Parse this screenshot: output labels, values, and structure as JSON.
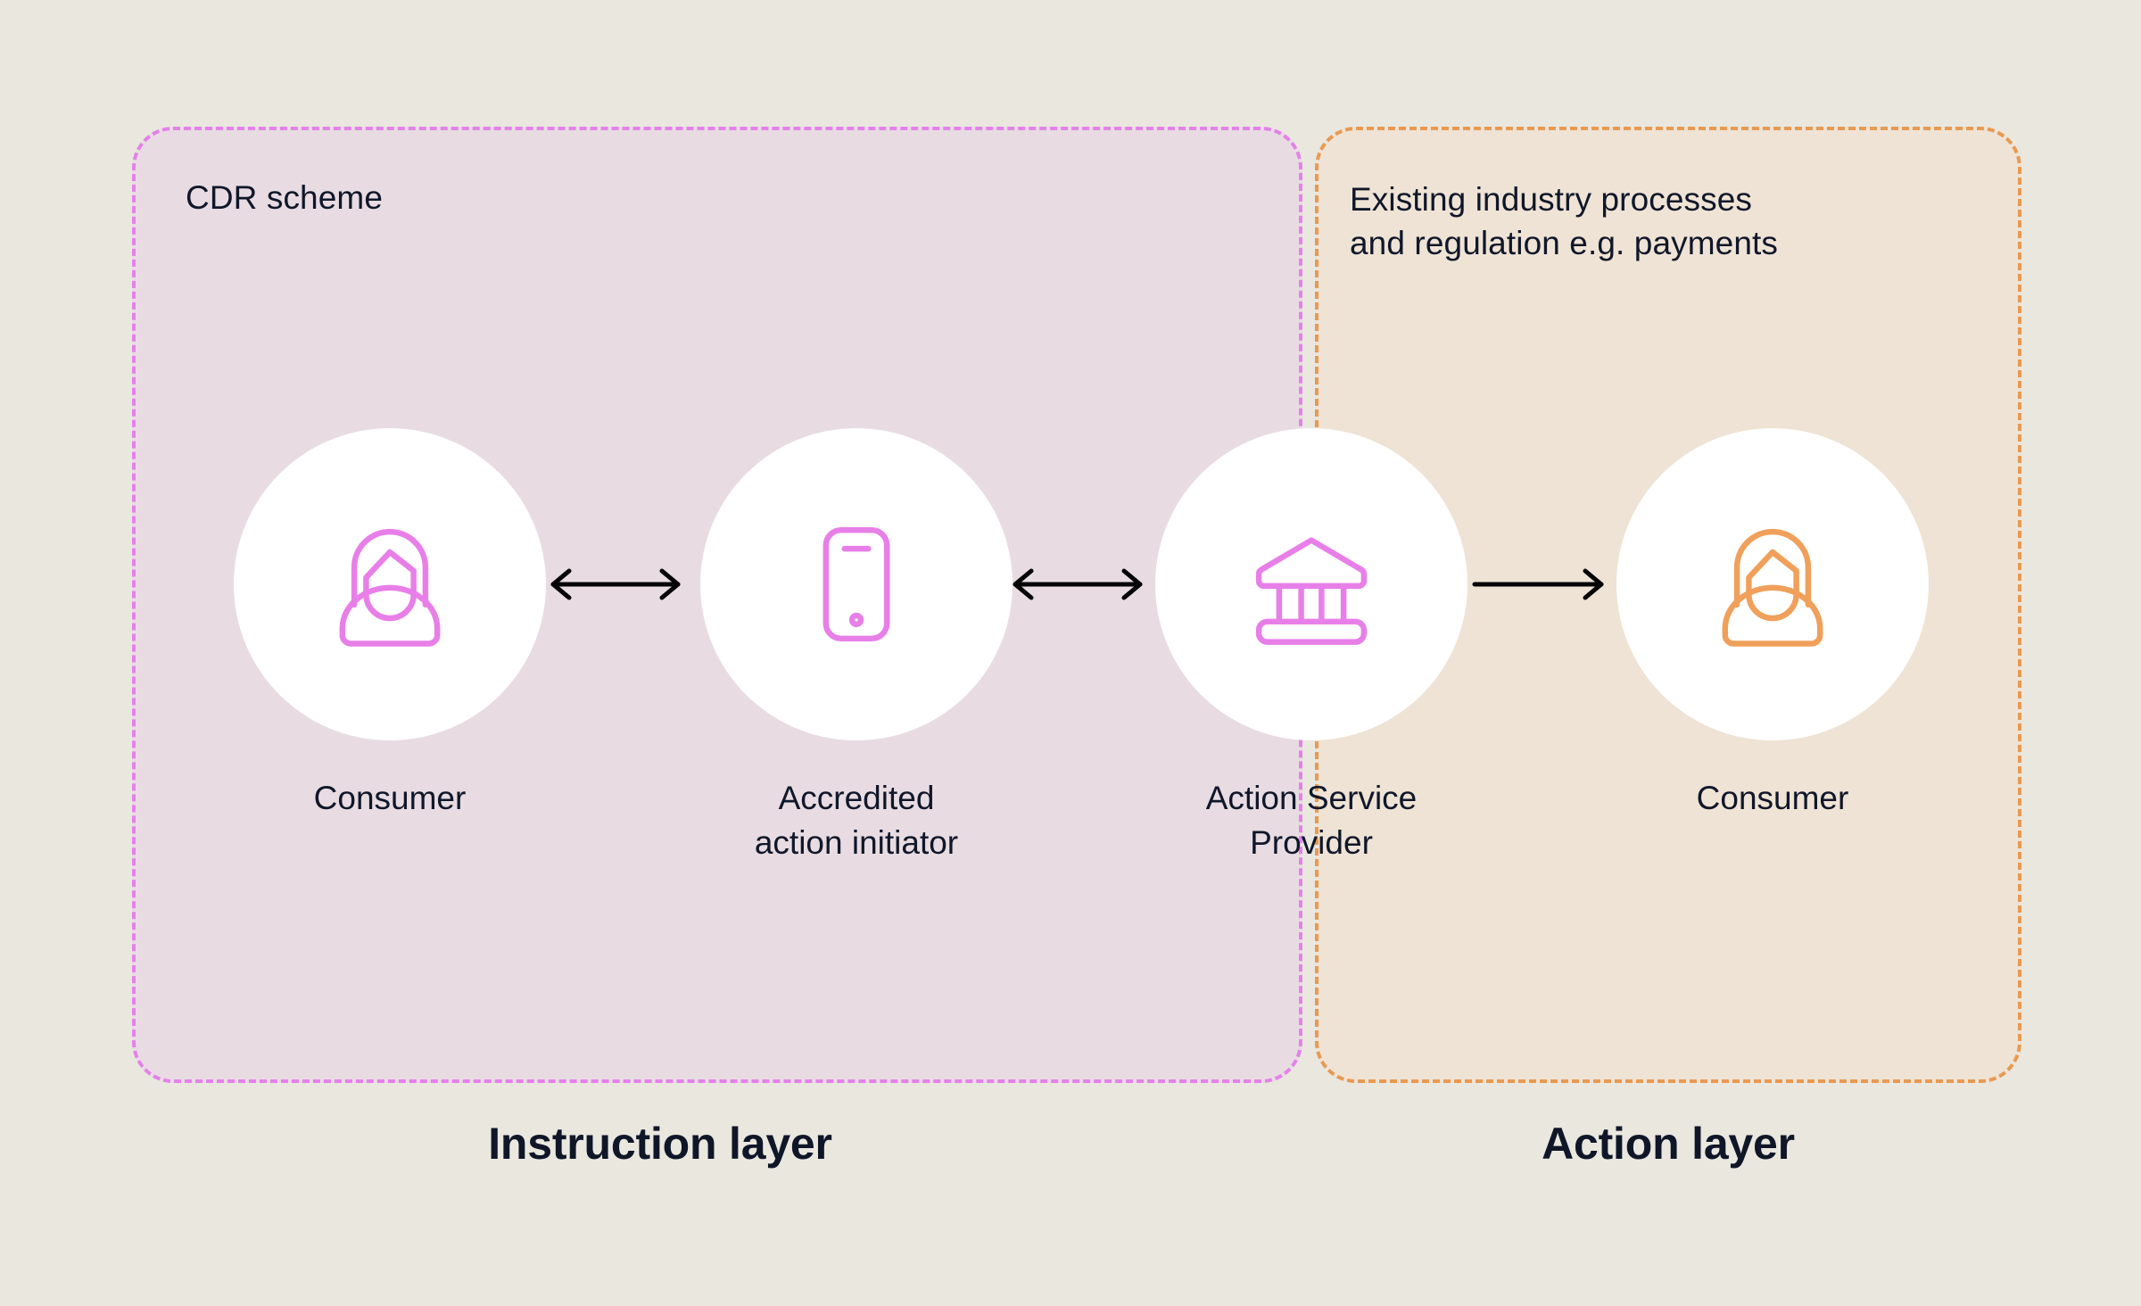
{
  "background_color": "#eae7df",
  "colors": {
    "instruction_panel_fill": "#e8dce2",
    "instruction_panel_border": "#e481ea",
    "action_panel_fill": "#efe3d5",
    "action_panel_border": "#e89a52",
    "icon_magenta": "#e87fe8",
    "icon_orange": "#f0a05a",
    "text_dark": "#10172a",
    "disc_fill": "#ffffff",
    "arrow_color": "#050505"
  },
  "panels": [
    {
      "id": "instruction",
      "caption": "CDR scheme",
      "layer_title": "Instruction layer"
    },
    {
      "id": "action",
      "caption": "Existing industry processes\nand regulation e.g. payments",
      "layer_title": "Action layer"
    }
  ],
  "nodes": [
    {
      "id": "consumer-left",
      "label": "Consumer",
      "icon": "person-icon",
      "icon_color": "#e87fe8"
    },
    {
      "id": "initiator",
      "label": "Accredited\naction initiator",
      "icon": "mobile-phone-icon",
      "icon_color": "#e87fe8"
    },
    {
      "id": "asp",
      "label": "Action Service\nProvider",
      "icon": "bank-icon",
      "icon_color": "#e87fe8"
    },
    {
      "id": "consumer-right",
      "label": "Consumer",
      "icon": "person-icon",
      "icon_color": "#f0a05a"
    }
  ],
  "arrows": [
    {
      "id": "consumer-to-initiator",
      "direction": "bidirectional",
      "icon": "double-arrow-icon"
    },
    {
      "id": "initiator-to-asp",
      "direction": "bidirectional",
      "icon": "double-arrow-icon"
    },
    {
      "id": "asp-to-consumer",
      "direction": "right",
      "icon": "right-arrow-icon"
    }
  ]
}
